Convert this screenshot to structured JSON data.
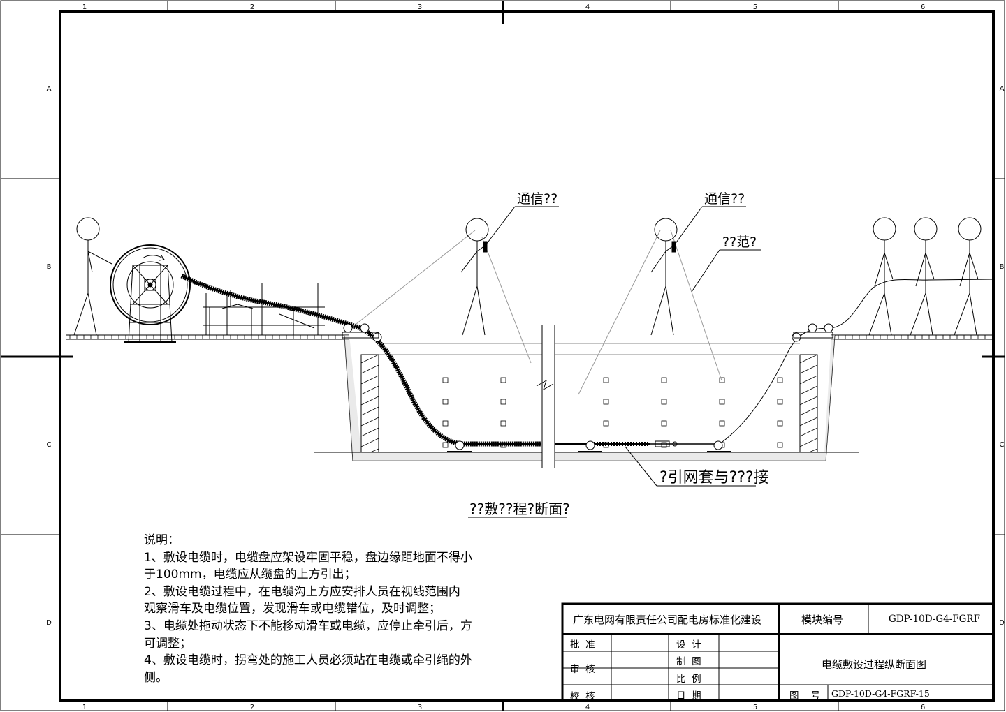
{
  "ruler": {
    "columns": [
      "1",
      "2",
      "3",
      "4",
      "5",
      "6"
    ],
    "rows": [
      "A",
      "B",
      "C",
      "D"
    ]
  },
  "diagram": {
    "callouts": {
      "comm_left": "通信??",
      "comm_right": "通信??",
      "sight_range": "??范?",
      "net_sleeve": "?引网套与???接"
    },
    "caption": "??敷??程?断面?"
  },
  "notes": {
    "heading": "说明：",
    "lines": [
      "1、敷设电缆时，电缆盘应架设牢固平稳，盘边缘距地面不得小",
      "于100mm，电缆应从缆盘的上方引出；",
      "2、敷设电缆过程中，在电缆沟上方应安排人员在视线范围内",
      "观察滑车及电缆位置，发现滑车或电缆错位，及时调整；",
      "3、电缆处拖动状态下不能移动滑车或电缆，应停止牵引后，方",
      "可调整；",
      "4、敷设电缆时，拐弯处的施工人员必须站在电缆或牵引绳的外",
      "侧。"
    ]
  },
  "title_block": {
    "company": "广东电网有限责任公司配电房标准化建设",
    "module_label": "模块编号",
    "module_code": "GDP-10D-G4-FGRF",
    "approve": "批  准",
    "review": "审  核",
    "check": "校  核",
    "design": "设  计",
    "draft": "制  图",
    "scale": "比  例",
    "date": "日  期",
    "drawing_title": "电缆敷设过程纵断面图",
    "drawing_no_label": "图    号",
    "drawing_no": "GDP-10D-G4-FGRF-15"
  }
}
